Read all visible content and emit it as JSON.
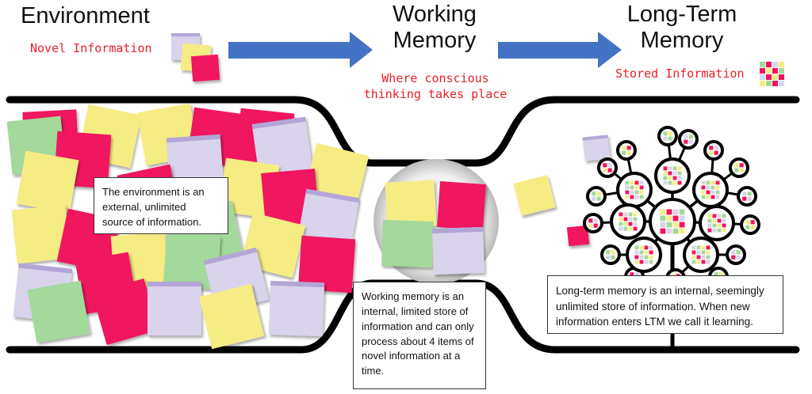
{
  "header": {
    "environment_title": "Environment",
    "environment_subtitle": "Novel Information",
    "working_title": "Working\nMemory",
    "working_subtitle": "Where conscious\nthinking takes place",
    "longterm_title": "Long-Term\nMemory",
    "longterm_subtitle": "Stored Information"
  },
  "callouts": {
    "environment": "The environment is an external, unlimited source of information.",
    "working": "Working memory is an internal, limited store of information and can only process about 4 items of novel information at a time.",
    "longterm": "Long-term memory is an internal, seemingly unlimited store of information. When new information enters LTM we call it learning."
  },
  "colors": {
    "note_pink": "#f0145e",
    "note_yellow": "#f6ec84",
    "note_green": "#a3d99a",
    "note_lavender": "#d9d3ec",
    "arrow_blue": "#4472c4",
    "subtitle_red": "#e8202a",
    "pipe_black": "#000000"
  },
  "icons": [
    "right-arrow-icon",
    "sticky-note-icon",
    "tree-network-icon"
  ]
}
